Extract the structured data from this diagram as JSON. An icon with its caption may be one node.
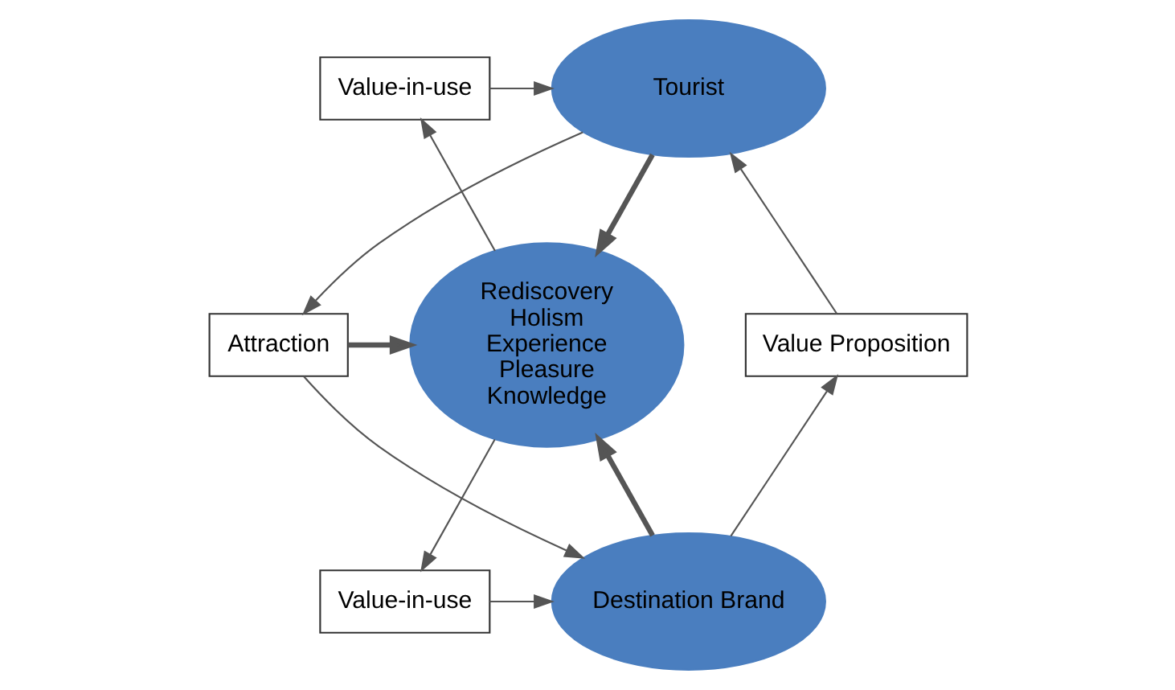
{
  "diagram": {
    "nodes": [
      {
        "text": [
          "Tourist"
        ]
      },
      {
        "text": [
          "Value-in-use"
        ]
      },
      {
        "text": [
          "Value Proposition"
        ]
      },
      {
        "text": [
          "Attraction"
        ]
      },
      {
        "text": [
          "Rediscovery",
          "Holism",
          "Experience",
          "Pleasure",
          "Knowledge"
        ]
      },
      {
        "text": [
          "Destination Brand"
        ]
      },
      {
        "text": [
          "Value-in-use"
        ]
      }
    ],
    "edges": [
      {
        "from": 1,
        "to": 0,
        "arrow": "to"
      },
      {
        "from": 4,
        "to": 1,
        "arrow": "to"
      },
      {
        "from": 0,
        "to": 4,
        "arrow": "to",
        "style": "thick"
      },
      {
        "from": 3,
        "to": 4,
        "arrow": "to",
        "style": "thick"
      },
      {
        "from": 5,
        "to": 4,
        "arrow": "to",
        "style": "thick"
      },
      {
        "from": 4,
        "to": 6,
        "arrow": "to"
      },
      {
        "from": 6,
        "to": 5,
        "arrow": "to"
      },
      {
        "from": 2,
        "to": 0,
        "arrow": "to"
      },
      {
        "from": 5,
        "to": 2,
        "arrow": "to"
      },
      {
        "from": 0,
        "to": 3,
        "arrow": "to"
      },
      {
        "from": 3,
        "to": 5,
        "arrow": "to"
      }
    ]
  }
}
